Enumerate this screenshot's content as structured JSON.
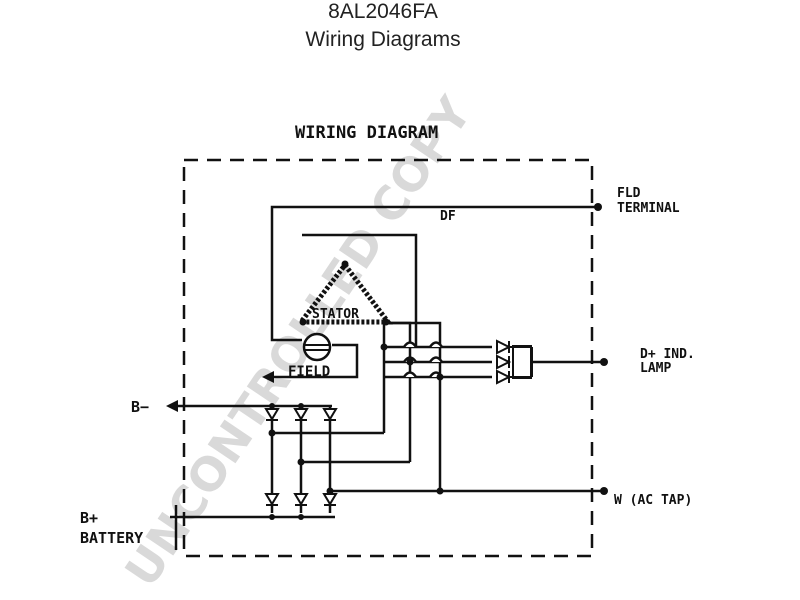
{
  "header": {
    "part_number": "8AL2046FA",
    "subtitle": "Wiring Diagrams"
  },
  "diagram": {
    "heading": "WIRING DIAGRAM",
    "watermark": "UNCONTROLLED COPY",
    "labels": {
      "df": "DF",
      "stator": "STATOR",
      "field": "FIELD",
      "fld_line1": "FLD",
      "fld_line2": "TERMINAL",
      "dplus_line1": "D+ IND.",
      "dplus_line2": "LAMP",
      "bminus": "B−",
      "bplus_line1": "B+",
      "bplus_line2": "BATTERY",
      "w_tap": "W (AC TAP)"
    }
  }
}
